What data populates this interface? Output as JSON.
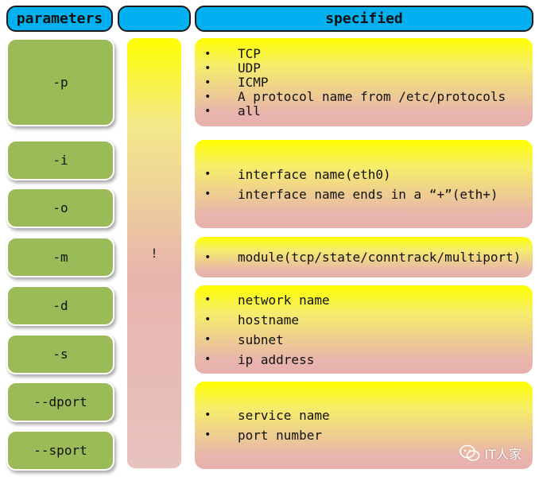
{
  "headers": {
    "parameters": "parameters",
    "specified": "specified"
  },
  "parameters": [
    "-p",
    "-i",
    "-o",
    "-m",
    "-d",
    "-s",
    "--dport",
    "--sport"
  ],
  "negation_symbol": "!",
  "bullet_symbol": "•",
  "specified_groups": [
    [
      "TCP",
      "UDP",
      "ICMP",
      "A protocol name from /etc/protocols",
      "all"
    ],
    [
      "interface name(eth0)",
      "interface name ends in a “+”(eth+)"
    ],
    [
      "module(tcp/state/conntrack/multiport)"
    ],
    [
      "network name",
      "hostname",
      "subnet",
      "ip address"
    ],
    [
      "service name",
      "port number"
    ]
  ],
  "watermark": {
    "icon": "wechat-icon",
    "text": "IT人家"
  },
  "colors": {
    "header": "#00b0f0",
    "parameter_box": "#9bbb59",
    "gradient_top": "#ffff00",
    "gradient_bottom": "#e8b4ad"
  }
}
